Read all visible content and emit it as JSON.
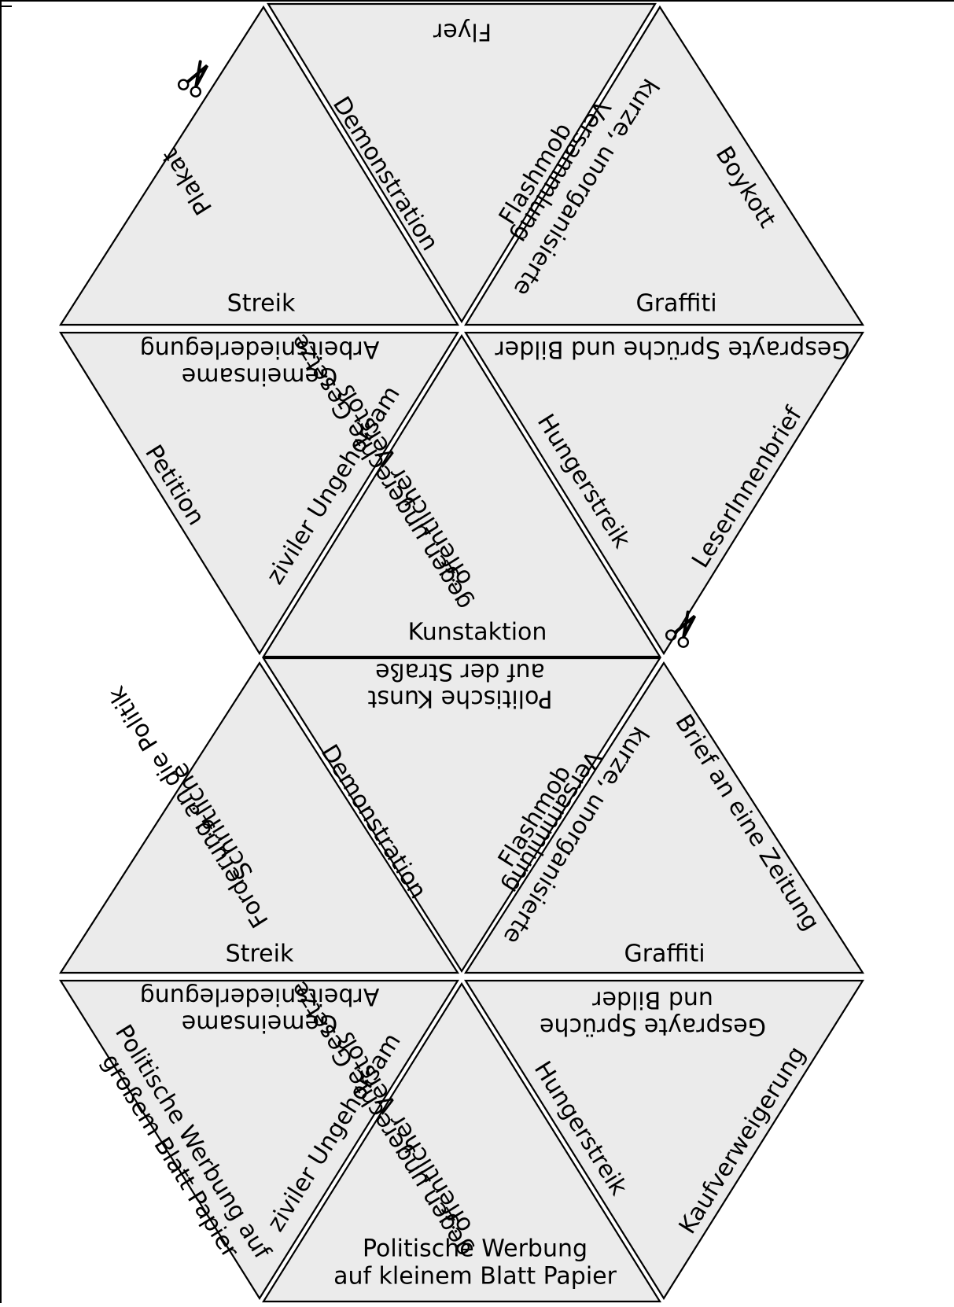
{
  "colors": {
    "tile_fill": "#ebebeb",
    "line": "#000000",
    "paper": "#ffffff"
  },
  "icons": [
    "scissors-icon",
    "scissors-icon"
  ],
  "hexagons": [
    {
      "labels": {
        "flyer": "Flyer",
        "plakat": "Plakat",
        "demonstration": "Demonstration",
        "flashmob": "Flashmob",
        "kurze_versammlung_line1": "kurze, unorganisierte",
        "kurze_versammlung_line2": "Versammlung",
        "boykott": "Boykott",
        "streik": "Streik",
        "graffiti": "Graffiti",
        "gemeinsame_line1": "Gemeinsame",
        "gemeinsame_line2": "Arbeitsniederlegung",
        "gesprayte": "Gesprayte Sprüche und Bilder",
        "petition": "Petition",
        "ungehorsam": "ziviler Ungehorsam",
        "verstoss_line1": "öffentlicher Verstoß",
        "verstoss_line2": "gegen ungerechte Gesetze",
        "hungerstreik": "Hungerstreik",
        "leserbrief": "LeserInnenbrief",
        "kunstaktion": "Kunstaktion"
      }
    },
    {
      "labels": {
        "kunst_line1": "Politische Kunst",
        "kunst_line2": "auf der Straße",
        "forderung_line1": "Schriftliche",
        "forderung_line2": "Forderung an die Politik",
        "demonstration": "Demonstration",
        "flashmob": "Flashmob",
        "kurze_versammlung_line1": "kurze, unorganisierte",
        "kurze_versammlung_line2": "Versammlung",
        "brief": "Brief an eine Zeitung",
        "streik": "Streik",
        "graffiti": "Graffiti",
        "gemeinsame_line1": "Gemeinsame",
        "gemeinsame_line2": "Arbeitsniederlegung",
        "gesprayte_line1": "Gesprayte Sprüche",
        "gesprayte_line2": "und Bilder",
        "werbung_gross_line1": "Politische Werbung auf",
        "werbung_gross_line2": "großem Blatt Papier",
        "ungehorsam": "ziviler Ungehorsam",
        "verstoss_line1": "öffentlicher Verstoß",
        "verstoss_line2": "gegen ungerechte Gesetze",
        "hungerstreik": "Hungerstreik",
        "kaufverweigerung": "Kaufverweigerung",
        "werbung_klein_line1": "Politische Werbung",
        "werbung_klein_line2": "auf kleinem Blatt Papier"
      }
    }
  ]
}
